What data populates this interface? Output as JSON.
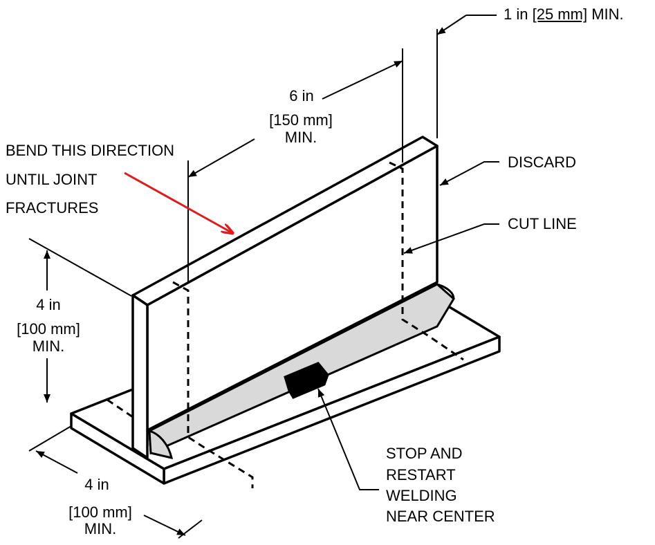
{
  "dim_top": {
    "value": "1 in",
    "metric": "[25 mm]",
    "min": "MIN."
  },
  "dim_length": {
    "value": "6 in",
    "metric": "[150 mm]",
    "min": "MIN."
  },
  "dim_height": {
    "value": "4 in",
    "metric": "[100 mm]",
    "min": "MIN."
  },
  "dim_base": {
    "value": "4 in",
    "metric": "[100 mm]",
    "min": "MIN."
  },
  "bend_note": {
    "line1": "BEND THIS DIRECTION",
    "line2": "UNTIL JOINT",
    "line3": "FRACTURES"
  },
  "discard_label": "DISCARD",
  "cut_line_label": "CUT LINE",
  "stop_note": {
    "line1": "STOP AND",
    "line2": "RESTART",
    "line3": "WELDING",
    "line4": "NEAR CENTER"
  },
  "colors": {
    "line": "#000000",
    "bend_arrow": "#e01b1b",
    "weld_bead": "#d9d9d9",
    "weld_stop": "#000000"
  }
}
